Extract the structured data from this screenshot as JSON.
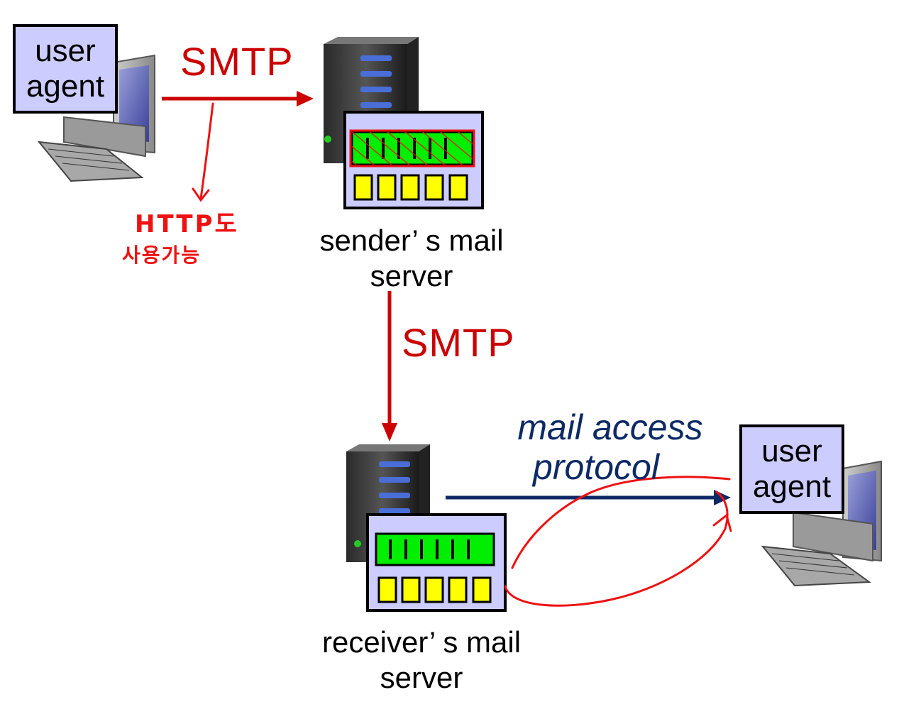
{
  "user_agent_left": {
    "line1": "user",
    "line2": "agent"
  },
  "user_agent_right": {
    "line1": "user",
    "line2": "agent"
  },
  "smtp_top": "SMTP",
  "smtp_middle": "SMTP",
  "sender_server_label": {
    "line1": "sender’ s mail",
    "line2": "server"
  },
  "receiver_server_label": {
    "line1": "receiver’ s mail",
    "line2": "server"
  },
  "mail_access": {
    "line1": "mail access",
    "line2": "protocol"
  },
  "handwritten_note": {
    "line1": "HTTP도",
    "line2": "사용가능"
  },
  "colors": {
    "smtp_red": "#cc0000",
    "access_blue": "#0d2a66",
    "box_fill": "#ccccff",
    "queue_green": "#00ee00",
    "slot_yellow": "#ffff00",
    "annotation_red": "#ee1111"
  }
}
